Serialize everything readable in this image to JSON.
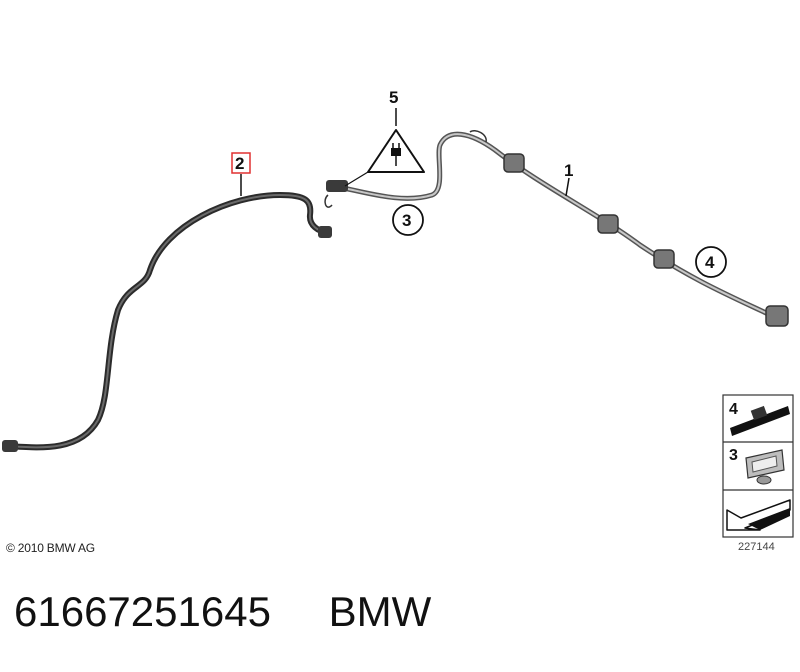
{
  "callouts": {
    "item_1": "1",
    "item_2": "2",
    "item_3": "3",
    "item_4": "4",
    "item_5": "5"
  },
  "legend": {
    "row_4": "4",
    "row_3": "3"
  },
  "copyright": "© 2010 BMW AG",
  "drawing_number": "227144",
  "part_number": "61667251645",
  "brand": "BMW",
  "colors": {
    "hose_dark": "#2b2b2b",
    "hose_light": "#9a9a9a",
    "highlight_box": "#e03030"
  },
  "icons": [
    "warning-triangle-plug-icon",
    "clip-icon",
    "pipe-clip-icon",
    "arrow-icon"
  ]
}
